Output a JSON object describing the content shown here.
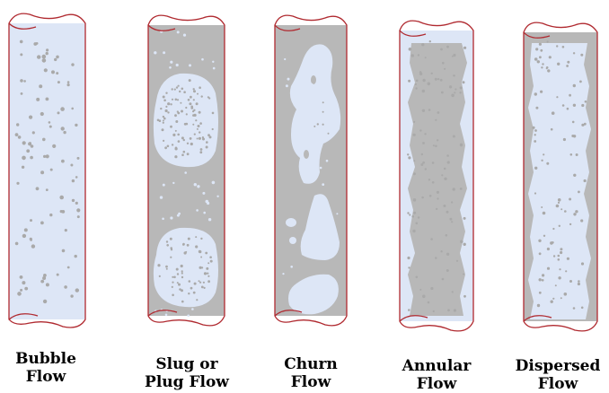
{
  "colors": {
    "liquid": "#dde6f6",
    "gas": "#b8b8b8",
    "bubble": "#a9a9a9",
    "pipe_outline": "#b02a30"
  },
  "pipes": [
    {
      "id": "bubble",
      "label_line1": "Bubble",
      "label_line2": "Flow"
    },
    {
      "id": "slug",
      "label_line1": "Slug or",
      "label_line2": "Plug Flow"
    },
    {
      "id": "churn",
      "label_line1": "Churn",
      "label_line2": "Flow"
    },
    {
      "id": "annular",
      "label_line1": "Annular",
      "label_line2": "Flow"
    },
    {
      "id": "dispersed",
      "label_line1": "Dispersed",
      "label_line2": "Flow"
    }
  ]
}
